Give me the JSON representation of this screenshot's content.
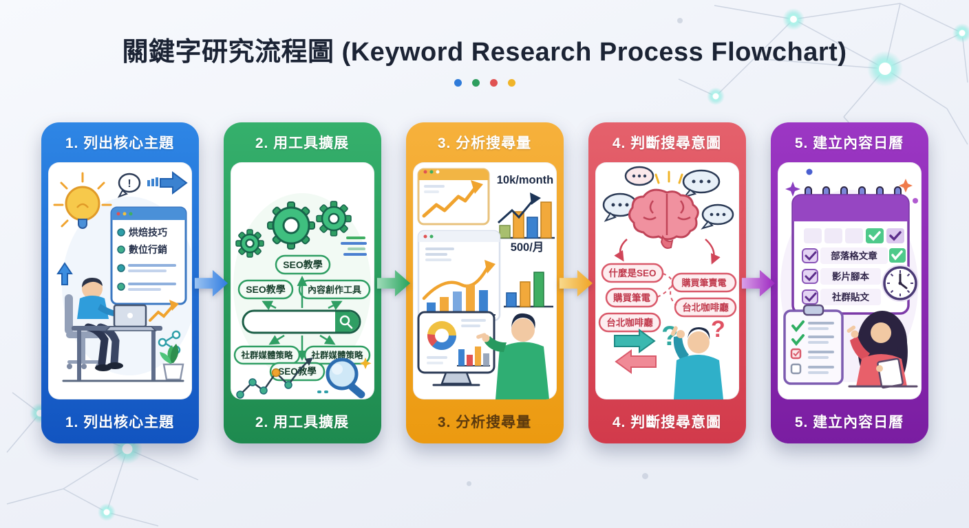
{
  "page": {
    "title": "關鍵字研究流程圖 (Keyword Research Process Flowchart)",
    "accent_dot_colors": [
      "#2f7bd9",
      "#2e9e5e",
      "#e05252",
      "#f0b429"
    ]
  },
  "steps": [
    {
      "num": "1",
      "title": "1. 列出核心主題",
      "color_top": "#2e86e5",
      "color_bottom": "#1254c0",
      "topics": [
        "烘焙技巧",
        "數位行銷"
      ]
    },
    {
      "num": "2",
      "title": "2. 用工具擴展",
      "color_top": "#35b06c",
      "color_bottom": "#1e8a4f",
      "bubble_top": "SEO教學",
      "bubble_left": "SEO教學",
      "bubble_right": "內容創作工具",
      "bubble_mid_left": "社群媒體策略",
      "bubble_mid_right": "社群媒體策略",
      "bubble_bottom": "SEO教學"
    },
    {
      "num": "3",
      "title": "3. 分析搜尋量",
      "color_top": "#f6b13c",
      "color_bottom": "#ec9a10",
      "volume_labels": [
        "10k/month",
        "500/月"
      ]
    },
    {
      "num": "4",
      "title": "4. 判斷搜尋意圖",
      "color_top": "#e5616c",
      "color_bottom": "#d23a4b",
      "intent_left": [
        "什麼是SEO",
        "購買筆電",
        "台北咖啡廳"
      ],
      "intent_right": [
        "購買筆賣電",
        "台北咖啡廳"
      ]
    },
    {
      "num": "5",
      "title": "5. 建立內容日曆",
      "color_top": "#9c37c4",
      "color_bottom": "#7a1da1",
      "checklist": [
        "部落格文章",
        "影片腳本",
        "社群貼文"
      ]
    }
  ],
  "arrows": {
    "colors": [
      "#2f7be0",
      "#27a35c",
      "#f0a424",
      "#9c27c0"
    ]
  }
}
